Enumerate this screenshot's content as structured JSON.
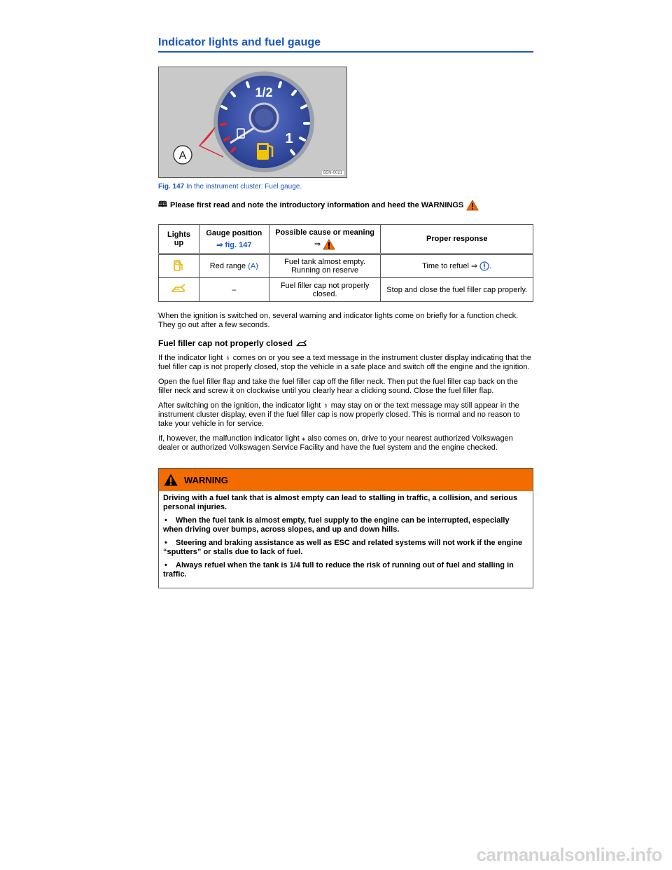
{
  "page": {
    "title": "Indicator lights and fuel gauge"
  },
  "figure": {
    "code": "B5N-0021",
    "callout_label": "A",
    "gauge_label_half": "1/2",
    "gauge_label_full": "1",
    "caption_number": "Fig. 147",
    "caption_text": " In the instrument cluster: Fuel gauge."
  },
  "intro": {
    "text": "Please first read and note the introductory information and heed the WARNINGS"
  },
  "table": {
    "headers": {
      "lights_up": "Lights up",
      "gauge_position": "Gauge position",
      "gauge_ref": "⇒ fig. 147",
      "cause": "Possible cause or meaning",
      "cause_ref": "⇒",
      "response": "Proper response"
    },
    "rows": [
      {
        "icon": "fuel-pump-icon",
        "gauge_text": "Red range ",
        "gauge_ref": "(A)",
        "cause": "Fuel tank almost empty. Running on reserve",
        "response": "Time to refuel ⇒",
        "response_suffix": "."
      },
      {
        "icon": "fuel-cap-icon",
        "gauge_text": "–",
        "cause": "Fuel filler cap not properly closed.",
        "response": "Stop and close the fuel filler cap properly."
      }
    ]
  },
  "paragraphs": {
    "p1": "When the ignition is switched on, several warning and indicator lights come on briefly for a function check. They go out after a few seconds.",
    "subheading": "Fuel filler cap not properly closed",
    "p2": "If the indicator light ♁ comes on or you see a text message in the instrument cluster display indicating that the fuel filler cap is not properly closed, stop the vehicle in a safe place and switch off the engine and the ignition.",
    "p3": "Open the fuel filler flap and take the fuel filler cap off the filler neck. Then put the fuel filler cap back on the filler neck and screw it on clockwise until you clearly hear a clicking sound. Close the fuel filler flap.",
    "p4": "After switching on the ignition, the indicator light ♁ may stay on or the text message may still appear in the instrument cluster display, even if the fuel filler cap is now properly closed. This is normal and no reason to take your vehicle in for service.",
    "p5": "If, however, the malfunction indicator light ⁎ also comes on, drive to your nearest authorized Volkswagen dealer or authorized Volkswagen Service Facility and have the fuel system and the engine checked."
  },
  "warning": {
    "heading": "WARNING",
    "lead": "Driving with a fuel tank that is almost empty can lead to stalling in traffic, a collision, and serious personal injuries.",
    "bullets": [
      "When the fuel tank is almost empty, fuel supply to the engine can be interrupted, especially when driving over bumps, across slopes, and up and down hills.",
      "Steering and braking assistance as well as ESC and related systems will not work if the engine “sputters” or stalls due to lack of fuel.",
      "Always refuel when the tank is 1/4 full to reduce the risk of running out of fuel and stalling in traffic."
    ]
  },
  "watermark": "carmanualsonline.info",
  "colors": {
    "heading_blue": "#1a56c4",
    "warning_orange": "#f26c00",
    "indicator_yellow": "#e6b400"
  }
}
